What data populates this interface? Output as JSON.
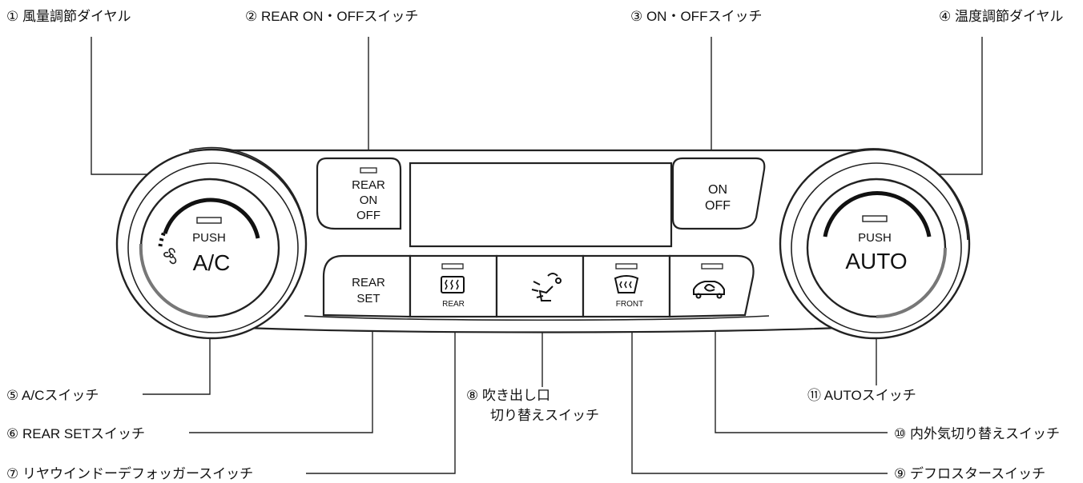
{
  "callouts": {
    "c1": "① 風量調節ダイヤル",
    "c2": "② REAR ON・OFFスイッチ",
    "c3": "③ ON・OFFスイッチ",
    "c4": "④ 温度調節ダイヤル",
    "c5": "⑤ A/Cスイッチ",
    "c6": "⑥ REAR SETスイッチ",
    "c7": "⑦ リヤウインドーデフォッガースイッチ",
    "c8_line1": "⑧ 吹き出し口",
    "c8_line2": "切り替えスイッチ",
    "c9": "⑨ デフロスタースイッチ",
    "c10": "⑩ 内外気切り替えスイッチ",
    "c11": "⑪ AUTOスイッチ"
  },
  "panel": {
    "rear_onoff": [
      "REAR",
      "ON",
      "OFF"
    ],
    "onoff": [
      "ON",
      "OFF"
    ],
    "rear_set": [
      "REAR",
      "SET"
    ],
    "left_knob_push": "PUSH",
    "left_knob_label": "A/C",
    "right_knob_push": "PUSH",
    "right_knob_label": "AUTO",
    "rear_defog_sub": "REAR",
    "front_defrost_sub": "FRONT"
  },
  "icons": [
    "fan-icon",
    "rear-defogger-icon",
    "air-outlet-icon",
    "front-defroster-icon",
    "recirculation-icon"
  ]
}
